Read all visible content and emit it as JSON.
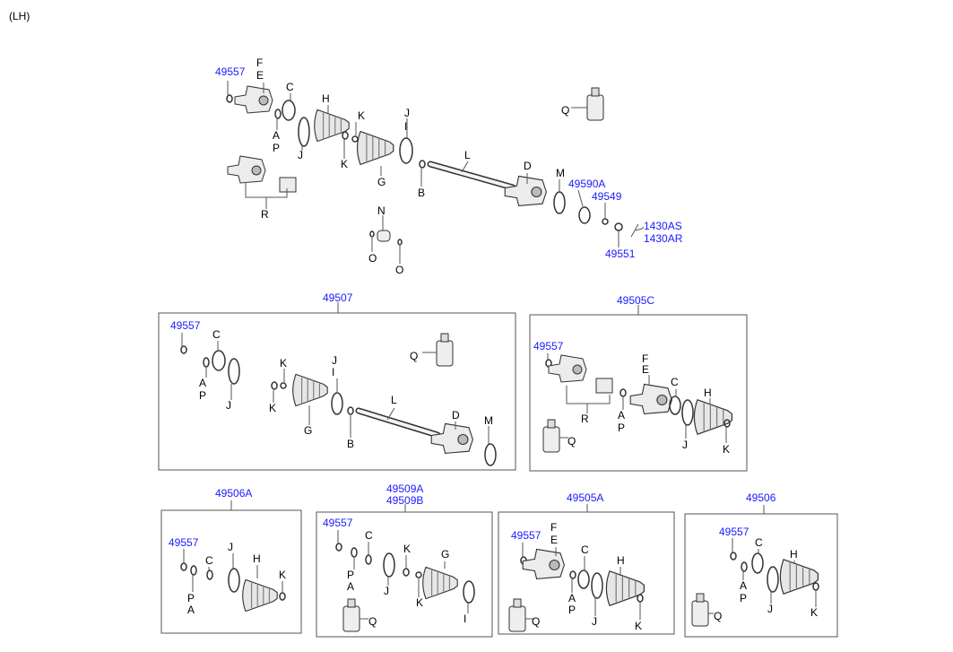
{
  "header": {
    "side": "(LH)"
  },
  "top": {
    "labels": [
      "49557",
      "F",
      "E",
      "C",
      "H",
      "K",
      "A",
      "P",
      "J",
      "K",
      "J",
      "I",
      "G",
      "B",
      "L",
      "D",
      "M",
      "Q",
      "49590A",
      "49549",
      "1430AS",
      "1430AR",
      "49551",
      "R",
      "N",
      "O",
      "O"
    ]
  },
  "kits": [
    {
      "part_number": "49507",
      "labels": [
        "49557",
        "C",
        "A",
        "P",
        "J",
        "K",
        "K",
        "J",
        "I",
        "G",
        "B",
        "L",
        "D",
        "M",
        "Q"
      ]
    },
    {
      "part_number": "49505C",
      "labels": [
        "49557",
        "F",
        "E",
        "C",
        "H",
        "A",
        "P",
        "R",
        "J",
        "K",
        "Q"
      ]
    },
    {
      "part_number": "49506A",
      "labels": [
        "49557",
        "J",
        "H",
        "C",
        "K",
        "P",
        "A"
      ]
    },
    {
      "part_number": "49509A",
      "part_number_2": "49509B",
      "labels": [
        "49557",
        "C",
        "K",
        "G",
        "P",
        "A",
        "J",
        "K",
        "I",
        "Q"
      ]
    },
    {
      "part_number": "49505A",
      "labels": [
        "49557",
        "F",
        "E",
        "C",
        "H",
        "A",
        "P",
        "J",
        "K",
        "Q"
      ]
    },
    {
      "part_number": "49506",
      "labels": [
        "49557",
        "C",
        "H",
        "A",
        "P",
        "J",
        "K",
        "Q"
      ]
    }
  ],
  "colors": {
    "part_number": "#1a1aff",
    "line": "#555555"
  }
}
